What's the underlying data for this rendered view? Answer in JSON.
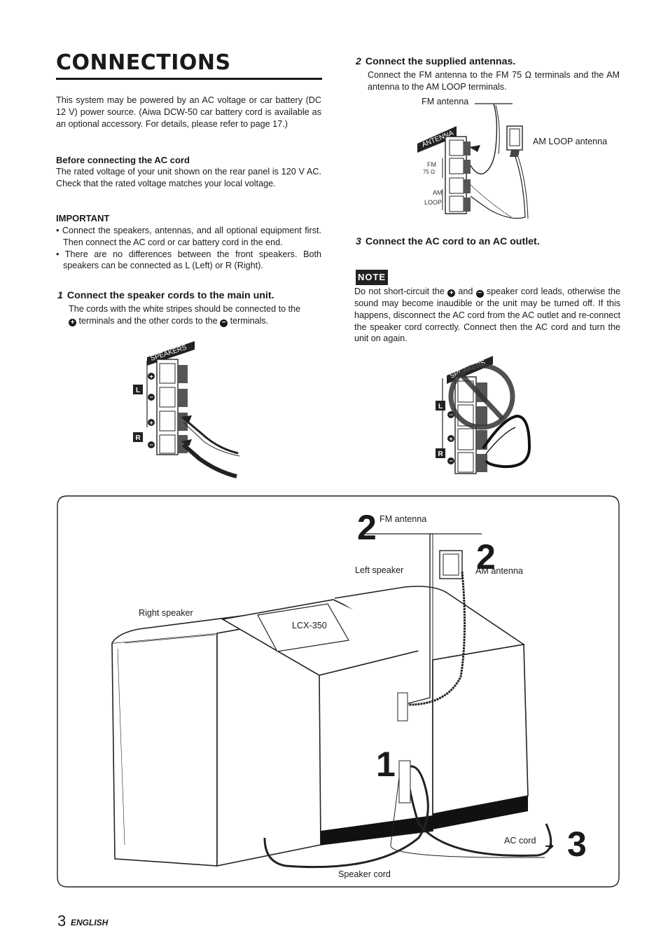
{
  "title": "CONNECTIONS",
  "intro": "This system may be powered by an AC voltage or car battery (DC 12 V) power source. (Aiwa DCW-50 car battery cord is available as an optional accessory. For details, please refer to page 17.)",
  "before_ac": {
    "heading": "Before connecting the AC cord",
    "text": "The rated voltage of your unit shown on the rear panel is 120 V AC. Check that the rated voltage matches your local voltage."
  },
  "important": {
    "heading": "IMPORTANT",
    "bullets": [
      "• Connect the speakers, antennas, and all optional equipment first. Then connect the AC cord or car battery cord in the end.",
      "• There are no differences between the front speakers. Both speakers can be connected as L (Left) or R (Right)."
    ]
  },
  "step1": {
    "number": "1",
    "heading": "Connect the speaker cords to the main unit.",
    "text_a": "The cords with the white stripes should be connected to the",
    "text_b": "terminals and the other cords to the",
    "text_c": "terminals."
  },
  "step2": {
    "number": "2",
    "heading": "Connect the supplied antennas.",
    "text": "Connect the FM antenna to the FM 75 Ω terminals and the AM antenna to the AM LOOP terminals."
  },
  "step3": {
    "number": "3",
    "heading": "Connect the AC cord to an AC outlet."
  },
  "note": {
    "badge": "NOTE",
    "text_a": "Do not short-circuit the",
    "text_b": "and",
    "text_c": "speaker cord leads, otherwise the sound may become inaudible or the unit may be turned off. If this happens, disconnect the AC cord from the AC outlet and re-connect the speaker cord correctly. Connect then the AC cord and turn the unit on again."
  },
  "fig_antenna": {
    "fm_label": "FM antenna",
    "am_label": "AM LOOP antenna",
    "panel": "ANTENNA",
    "fm_term": "FM",
    "ohm": "75 Ω",
    "am_term": "AM",
    "loop": "LOOP"
  },
  "fig_speakers": {
    "panel": "SPEAKERS",
    "l": "L",
    "r": "R"
  },
  "diagram": {
    "num1": "1",
    "num2a": "2",
    "num2b": "2",
    "num3": "3",
    "fm_antenna": "FM antenna",
    "am_antenna": "AM antenna",
    "left_speaker": "Left speaker",
    "right_speaker": "Right speaker",
    "model": "LCX-350",
    "ac_cord": "AC cord",
    "speaker_cord": "Speaker cord"
  },
  "footer": {
    "page": "3",
    "language": "ENGLISH"
  }
}
